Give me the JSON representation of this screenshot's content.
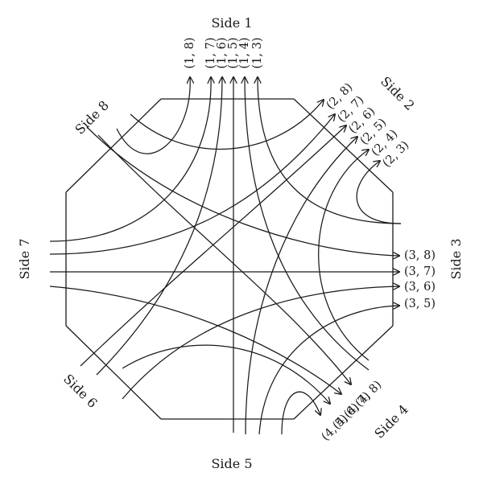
{
  "sides": [
    "Side 1",
    "Side 2",
    "Side 3",
    "Side 4",
    "Side 5",
    "Side 6",
    "Side 7",
    "Side 8"
  ],
  "pairs": {
    "side1": [
      "(1, 8)",
      "(1, 7)",
      "(1, 6)",
      "(1, 5)",
      "(1, 4)",
      "(1, 3)"
    ],
    "side2": [
      "(2, 8)",
      "(2, 7)",
      "(2, 6)",
      "(2, 5)",
      "(2, 4)",
      "(2, 3)"
    ],
    "side3": [
      "(3, 8)",
      "(3, 7)",
      "(3, 6)",
      "(3, 5)"
    ],
    "side4": [
      "(4, 8)",
      "(4, 7)",
      "(4, 6)",
      "(4, 5)"
    ]
  },
  "connections": [
    [
      "1,8",
      "8"
    ],
    [
      "1,7",
      "7"
    ],
    [
      "1,6",
      "6"
    ],
    [
      "1,5",
      "5"
    ],
    [
      "1,4",
      "4"
    ],
    [
      "1,3",
      "3"
    ],
    [
      "2,8",
      "8"
    ],
    [
      "2,7",
      "7"
    ],
    [
      "2,6",
      "6"
    ],
    [
      "2,5",
      "5"
    ],
    [
      "2,4",
      "4"
    ],
    [
      "2,3",
      "3"
    ],
    [
      "3,8",
      "8"
    ],
    [
      "3,7",
      "7"
    ],
    [
      "3,6",
      "6"
    ],
    [
      "3,5",
      "5"
    ],
    [
      "4,8",
      "8"
    ],
    [
      "4,7",
      "7"
    ],
    [
      "4,6",
      "6"
    ],
    [
      "4,5",
      "5"
    ]
  ],
  "colors": {
    "ink": "#1a1a1a",
    "background": "#ffffff"
  }
}
